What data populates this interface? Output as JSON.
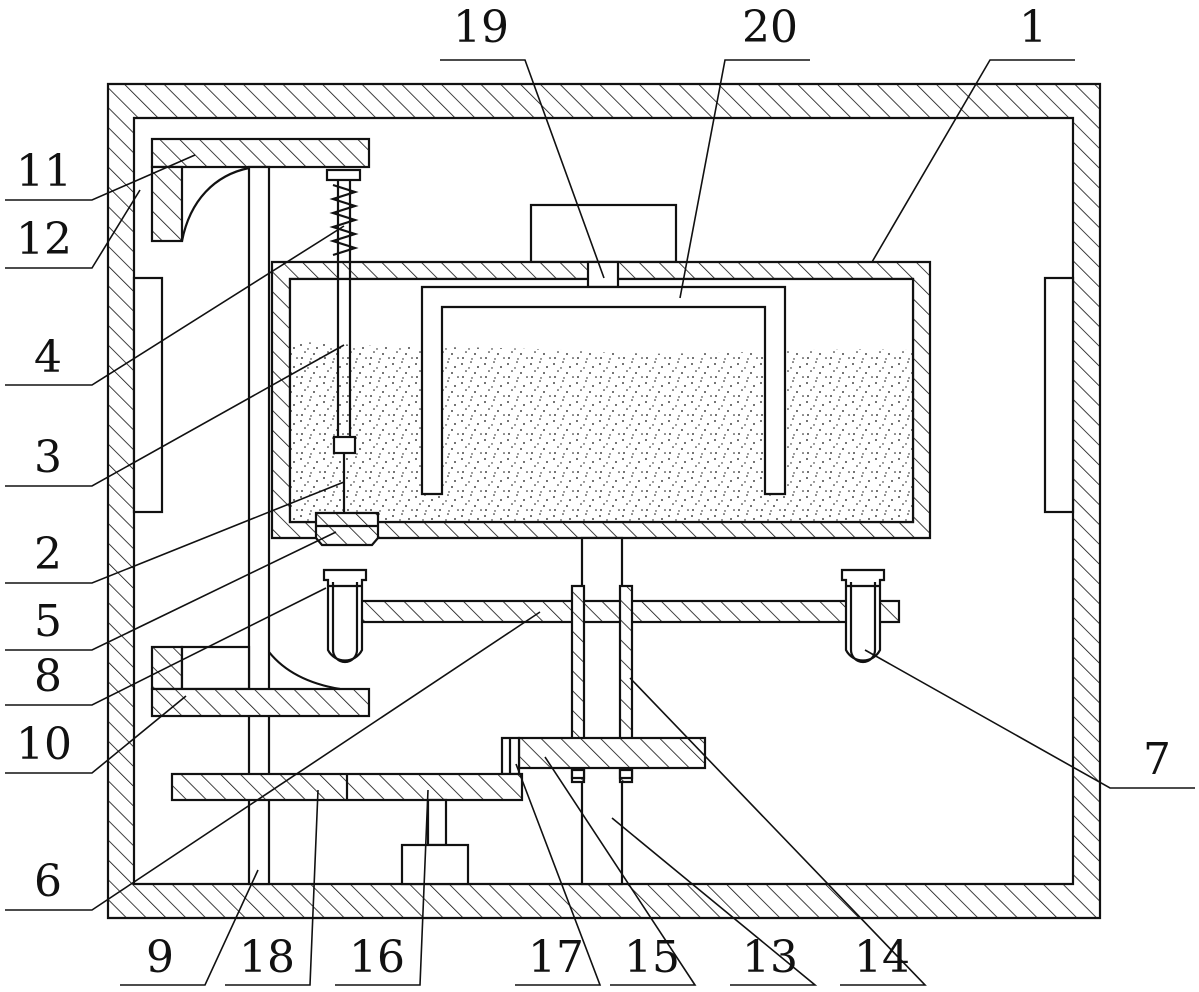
{
  "figure": {
    "type": "patent mechanical drawing (cross-section)",
    "callouts": [
      {
        "id": "c1",
        "label": "1"
      },
      {
        "id": "c2",
        "label": "2"
      },
      {
        "id": "c3",
        "label": "3"
      },
      {
        "id": "c4",
        "label": "4"
      },
      {
        "id": "c5",
        "label": "5"
      },
      {
        "id": "c6",
        "label": "6"
      },
      {
        "id": "c7",
        "label": "7"
      },
      {
        "id": "c8",
        "label": "8"
      },
      {
        "id": "c9",
        "label": "9"
      },
      {
        "id": "c10",
        "label": "10"
      },
      {
        "id": "c11",
        "label": "11"
      },
      {
        "id": "c12",
        "label": "12"
      },
      {
        "id": "c13",
        "label": "13"
      },
      {
        "id": "c14",
        "label": "14"
      },
      {
        "id": "c15",
        "label": "15"
      },
      {
        "id": "c16",
        "label": "16"
      },
      {
        "id": "c17",
        "label": "17"
      },
      {
        "id": "c18",
        "label": "18"
      },
      {
        "id": "c19",
        "label": "19"
      },
      {
        "id": "c20",
        "label": "20"
      }
    ]
  }
}
